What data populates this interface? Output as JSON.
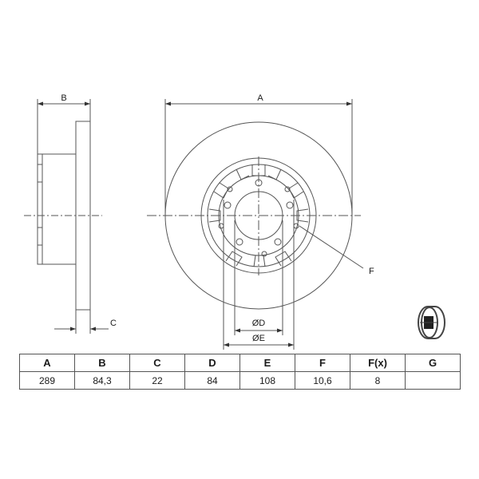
{
  "drawing": {
    "labels": {
      "a": "A",
      "b": "B",
      "c": "C",
      "f": "F",
      "d": "ØD",
      "e": "ØE"
    }
  },
  "table": {
    "headers": [
      "A",
      "B",
      "C",
      "D",
      "E",
      "F",
      "F(x)",
      "G"
    ],
    "values": [
      "289",
      "84,3",
      "22",
      "84",
      "108",
      "10,6",
      "8",
      ""
    ]
  },
  "colors": {
    "line": "#555555",
    "text": "#1a1a1a"
  }
}
